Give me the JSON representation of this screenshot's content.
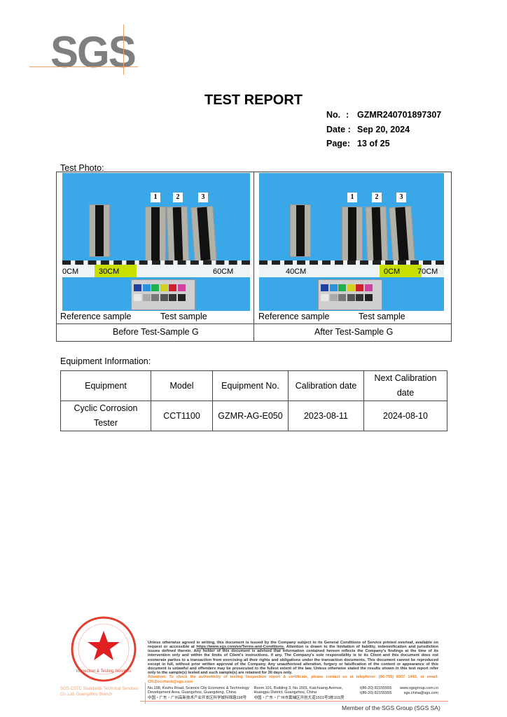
{
  "logo": {
    "text": "SGS"
  },
  "header": {
    "title": "TEST REPORT",
    "no_label": "No.",
    "no_value": "GZMR240701897307",
    "date_label": "Date :",
    "date_value": "Sep 20, 2024",
    "page_label": "Page:",
    "page_value": "13 of  25"
  },
  "photos": {
    "label": "Test Photo:",
    "items": [
      {
        "sample_tags": [
          "1",
          "2",
          "3"
        ],
        "ruler_labels": [
          "0CM",
          "30CM",
          "60CM"
        ],
        "ref_label": "Reference sample",
        "test_label": "Test sample",
        "caption": "Before Test-Sample G"
      },
      {
        "sample_tags": [
          "1",
          "2",
          "3"
        ],
        "ruler_labels": [
          "40CM",
          "0CM",
          "70CM"
        ],
        "ref_label": "Reference sample",
        "test_label": "Test sample",
        "caption": "After Test-Sample G"
      }
    ],
    "swatch_colors": [
      "#2040a0",
      "#2a90e0",
      "#20b050",
      "#d0d020",
      "#d02030",
      "#d040a0"
    ]
  },
  "equipment": {
    "label": "Equipment Information:",
    "headers": [
      "Equipment",
      "Model",
      "Equipment No.",
      "Calibration date",
      "Next Calibration date"
    ],
    "row": [
      "Cyclic Corrosion Tester",
      "CCT1100",
      "GZMR-AG-E050",
      "2023-08-11",
      "2024-08-10"
    ]
  },
  "footer": {
    "seal_text": "Inspection & Testing Services",
    "company": "SGS-CSTC Standards Technical Services Co.,Ltd. Guangzhou Branch",
    "disclaimer_pre": "Unless otherwise agreed in writing, this document is issued by the Company subject to its General Conditions of Service printed overleaf, available on request or accessible at ",
    "disclaimer_link": "https://www.sgs.com/en/Terms-and-Conditions.",
    "disclaimer_post": " Attention is drawn to the limitation of liability, indemnification and jurisdiction issues defined therein. Any holder of this document is advised that information contained hereon reflects the Company's findings at the time of its intervention only and within the limits of Client's instructions, if any. The Company's sole responsibility is to its Client and this document does not exonerate parties to a transaction from exercising all their rights and obligations under the transaction documents. This document cannot be reproduced except in full, without prior written approval of the Company. Any unauthorized alteration, forgery or falsification of the content or appearance of this document is unlawful and offenders may be prosecuted to the fullest extent of the law. Unless otherwise stated the results shown in this test report refer only to the sample(s) tested and such sample(s) are retained for 30 days only.",
    "attention": "Attention: To check the authenticity of testing /inspection report & certificate, please contact us at telephone: (86-755) 8307 1443, or email: CN.Doccheck@sgs.com",
    "addr1_en": "No.198, Kezhu Road, Science City Economic & Technology Development Area, Guangzhou, Guangdong, China",
    "addr1_cn": "中国・广东・广州高新技术产业开发区科学城科珠路198号",
    "addr2_en": "Room 101, Building 3, No.1501, Kaichuang Avenue, Huangpu District, Guangzhou, China",
    "addr2_cn": "中国・广东・广州市黄埔区开创大道1501号3栋101房",
    "tel1": "t(86-20) 82155555",
    "web1": "www.sgsgroup.com.cn",
    "tel2": "t(86-20) 82155555",
    "web2": "sgs.china@sgs.com",
    "member": "Member of the SGS Group (SGS SA)"
  }
}
